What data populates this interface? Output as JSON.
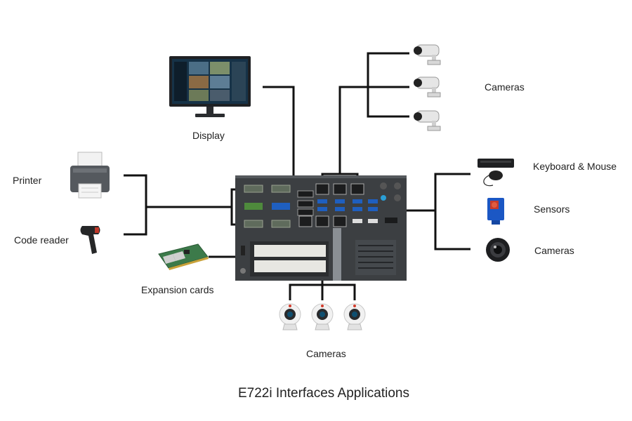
{
  "title": "E722i Interfaces Applications",
  "labels": {
    "display": "Display",
    "cameras_top": "Cameras",
    "printer": "Printer",
    "code_reader": "Code reader",
    "expansion_cards": "Expansion cards",
    "keyboard_mouse": "Keyboard & Mouse",
    "sensors": "Sensors",
    "cameras_right": "Cameras",
    "cameras_bottom": "Cameras"
  },
  "colors": {
    "line": "#111111",
    "device_body": "#3a3d40",
    "device_dark": "#222426",
    "port_blue": "#1f5fbf",
    "sensor_blue": "#1b57c4"
  }
}
